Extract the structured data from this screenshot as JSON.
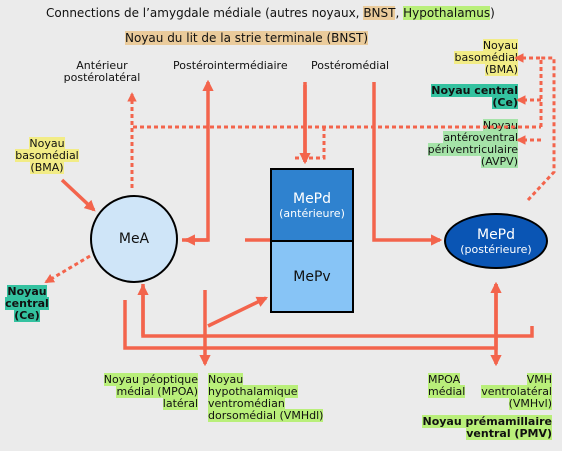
{
  "title": {
    "prefix": "Connections de l’amygdale médiale (autres noyaux, ",
    "bnst": "BNST",
    "sep": ", ",
    "hypothalamus": "Hypothalamus",
    "suffix": ")"
  },
  "bnst_header": "Noyau du lit de la strie terminale (BNST)",
  "bnst_parts": {
    "anterior_line1": "Antérieur",
    "anterior_line2": "postérolatéral",
    "posterointermediate": "Postérointermédiaire",
    "posteromedial": "Postéromédial"
  },
  "left_bma": {
    "line1": "Noyau",
    "line2": "basomédial",
    "line3": "(BMA)"
  },
  "left_ce": {
    "line1": "Noyau",
    "line2": "central",
    "line3": "(Ce)"
  },
  "right_bma": {
    "line1": "Noyau",
    "line2": "basomédial",
    "line3": "(BMA)"
  },
  "right_ce": {
    "line1": "Noyau central",
    "line2": "(Ce)"
  },
  "right_avpv": {
    "line1": "Noyau",
    "line2": "antéroventral",
    "line3": "périventriculaire",
    "line4": "(AVPV)"
  },
  "nodes": {
    "mea": "MeA",
    "mepd_ant": "MePd",
    "mepd_ant_sub": "(antérieure)",
    "mepv": "MePv",
    "mepd_post": "MePd",
    "mepd_post_sub": "(postérieure)"
  },
  "bottom_left": {
    "mpoa_line1": "Noyau péoptique",
    "mpoa_line2": "médial (MPOA)",
    "mpoa_line3": "latéral",
    "vmh_line1": "Noyau",
    "vmh_line2": "hypothalamique",
    "vmh_line3": "ventromédian",
    "vmh_line4": "dorsomédial (VMHdl)"
  },
  "bottom_right": {
    "mpoa_line1": "MPOA",
    "mpoa_line2": "médial",
    "vmh_line1": "VMH",
    "vmh_line2": "ventrolatéral",
    "vmh_line3": "(VMHvl)",
    "pmv_line1": "Noyau prémamillaire",
    "pmv_line2": "ventral (PMV)"
  },
  "colors": {
    "arrow": "#f3644c",
    "mea_fill": "#cfe5f8",
    "mepd_fill": "#2f82cf",
    "mepv_fill": "#87c4f6",
    "mepd_post_fill": "#0a55b4",
    "highlight_yellow": "#f2ec86",
    "highlight_green": "#a5e3a8",
    "highlight_teal": "#34c2a0",
    "highlight_orange": "#eacb9b",
    "highlight_lime": "#b9ef7a"
  }
}
